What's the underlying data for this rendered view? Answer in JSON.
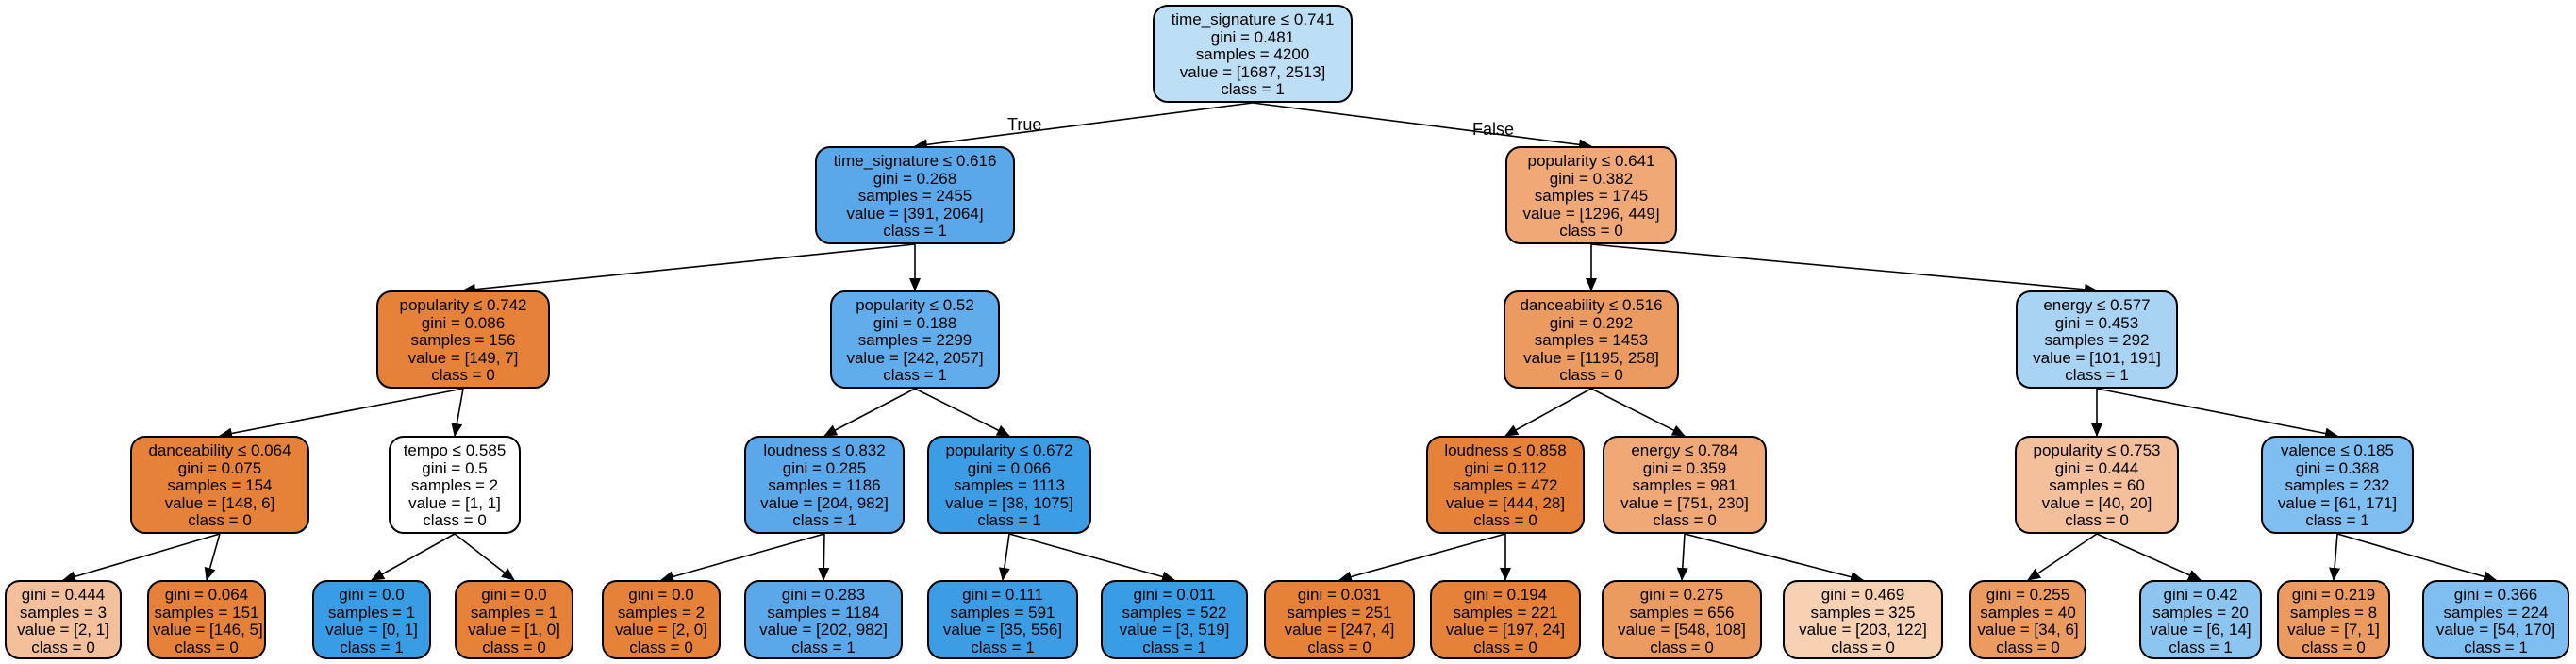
{
  "colors": {
    "dark_orange": "#e58139",
    "orange": "#eb9b60",
    "mid_orange": "#f0a877",
    "light_orange": "#f4c09b",
    "pale_orange": "#f8d0b2",
    "white": "#ffffff",
    "pale_blue": "#bddff6",
    "light_blue": "#a8d3f3",
    "mid_blue": "#8cc6f0",
    "blue": "#7ebef0",
    "mid_strong_blue": "#61acea",
    "strong_blue": "#5aa8e9",
    "dark_blue": "#3c9de5",
    "darkest_blue": "#399de5"
  },
  "edge_labels": [
    "True",
    "False"
  ],
  "nodes": [
    {
      "id": "n0",
      "lines": [
        "time_signature ≤ 0.741",
        "gini = 0.481",
        "samples = 4200",
        "value = [1687, 2513]",
        "class = 1"
      ],
      "fill": "pale_blue"
    },
    {
      "id": "n1",
      "lines": [
        "time_signature ≤ 0.616",
        "gini = 0.268",
        "samples = 2455",
        "value = [391, 2064]",
        "class = 1"
      ],
      "fill": "strong_blue"
    },
    {
      "id": "n2",
      "lines": [
        "popularity ≤ 0.641",
        "gini = 0.382",
        "samples = 1745",
        "value = [1296, 449]",
        "class = 0"
      ],
      "fill": "mid_orange"
    },
    {
      "id": "n3",
      "lines": [
        "popularity ≤ 0.742",
        "gini = 0.086",
        "samples = 156",
        "value = [149, 7]",
        "class = 0"
      ],
      "fill": "dark_orange"
    },
    {
      "id": "n4",
      "lines": [
        "popularity ≤ 0.52",
        "gini = 0.188",
        "samples = 2299",
        "value = [242, 2057]",
        "class = 1"
      ],
      "fill": "mid_strong_blue"
    },
    {
      "id": "n5",
      "lines": [
        "danceability ≤ 0.516",
        "gini = 0.292",
        "samples = 1453",
        "value = [1195, 258]",
        "class = 0"
      ],
      "fill": "orange"
    },
    {
      "id": "n6",
      "lines": [
        "energy ≤ 0.577",
        "gini = 0.453",
        "samples = 292",
        "value = [101, 191]",
        "class = 1"
      ],
      "fill": "light_blue"
    },
    {
      "id": "n7",
      "lines": [
        "danceability ≤ 0.064",
        "gini = 0.075",
        "samples = 154",
        "value = [148, 6]",
        "class = 0"
      ],
      "fill": "dark_orange"
    },
    {
      "id": "n8",
      "lines": [
        "tempo ≤ 0.585",
        "gini = 0.5",
        "samples = 2",
        "value = [1, 1]",
        "class = 0"
      ],
      "fill": "white"
    },
    {
      "id": "n9",
      "lines": [
        "loudness ≤ 0.832",
        "gini = 0.285",
        "samples = 1186",
        "value = [204, 982]",
        "class = 1"
      ],
      "fill": "strong_blue"
    },
    {
      "id": "n10",
      "lines": [
        "popularity ≤ 0.672",
        "gini = 0.066",
        "samples = 1113",
        "value = [38, 1075]",
        "class = 1"
      ],
      "fill": "dark_blue"
    },
    {
      "id": "n11",
      "lines": [
        "loudness ≤ 0.858",
        "gini = 0.112",
        "samples = 472",
        "value = [444, 28]",
        "class = 0"
      ],
      "fill": "dark_orange"
    },
    {
      "id": "n12",
      "lines": [
        "energy ≤ 0.784",
        "gini = 0.359",
        "samples = 981",
        "value = [751, 230]",
        "class = 0"
      ],
      "fill": "mid_orange"
    },
    {
      "id": "n13",
      "lines": [
        "popularity ≤ 0.753",
        "gini = 0.444",
        "samples = 60",
        "value = [40, 20]",
        "class = 0"
      ],
      "fill": "light_orange"
    },
    {
      "id": "n14",
      "lines": [
        "valence ≤ 0.185",
        "gini = 0.388",
        "samples = 232",
        "value = [61, 171]",
        "class = 1"
      ],
      "fill": "blue"
    },
    {
      "id": "n15",
      "lines": [
        "gini = 0.444",
        "samples = 3",
        "value = [2, 1]",
        "class = 0"
      ],
      "fill": "light_orange"
    },
    {
      "id": "n16",
      "lines": [
        "gini = 0.064",
        "samples = 151",
        "value = [146, 5]",
        "class = 0"
      ],
      "fill": "dark_orange"
    },
    {
      "id": "n17",
      "lines": [
        "gini = 0.0",
        "samples = 1",
        "value = [0, 1]",
        "class = 1"
      ],
      "fill": "darkest_blue"
    },
    {
      "id": "n18",
      "lines": [
        "gini = 0.0",
        "samples = 1",
        "value = [1, 0]",
        "class = 0"
      ],
      "fill": "dark_orange"
    },
    {
      "id": "n19",
      "lines": [
        "gini = 0.0",
        "samples = 2",
        "value = [2, 0]",
        "class = 0"
      ],
      "fill": "dark_orange"
    },
    {
      "id": "n20",
      "lines": [
        "gini = 0.283",
        "samples = 1184",
        "value = [202, 982]",
        "class = 1"
      ],
      "fill": "strong_blue"
    },
    {
      "id": "n21",
      "lines": [
        "gini = 0.111",
        "samples = 591",
        "value = [35, 556]",
        "class = 1"
      ],
      "fill": "dark_blue"
    },
    {
      "id": "n22",
      "lines": [
        "gini = 0.011",
        "samples = 522",
        "value = [3, 519]",
        "class = 1"
      ],
      "fill": "darkest_blue"
    },
    {
      "id": "n23",
      "lines": [
        "gini = 0.031",
        "samples = 251",
        "value = [247, 4]",
        "class = 0"
      ],
      "fill": "dark_orange"
    },
    {
      "id": "n24",
      "lines": [
        "gini = 0.194",
        "samples = 221",
        "value = [197, 24]",
        "class = 0"
      ],
      "fill": "dark_orange"
    },
    {
      "id": "n25",
      "lines": [
        "gini = 0.275",
        "samples = 656",
        "value = [548, 108]",
        "class = 0"
      ],
      "fill": "orange"
    },
    {
      "id": "n26",
      "lines": [
        "gini = 0.469",
        "samples = 325",
        "value = [203, 122]",
        "class = 0"
      ],
      "fill": "pale_orange"
    },
    {
      "id": "n27",
      "lines": [
        "gini = 0.255",
        "samples = 40",
        "value = [34, 6]",
        "class = 0"
      ],
      "fill": "orange"
    },
    {
      "id": "n28",
      "lines": [
        "gini = 0.42",
        "samples = 20",
        "value = [6, 14]",
        "class = 1"
      ],
      "fill": "mid_blue"
    },
    {
      "id": "n29",
      "lines": [
        "gini = 0.219",
        "samples = 8",
        "value = [7, 1]",
        "class = 0"
      ],
      "fill": "orange"
    },
    {
      "id": "n30",
      "lines": [
        "gini = 0.366",
        "samples = 224",
        "value = [54, 170]",
        "class = 1"
      ],
      "fill": "blue"
    }
  ],
  "edges": [
    [
      "n0",
      "n1"
    ],
    [
      "n0",
      "n2"
    ],
    [
      "n1",
      "n3"
    ],
    [
      "n1",
      "n4"
    ],
    [
      "n2",
      "n5"
    ],
    [
      "n2",
      "n6"
    ],
    [
      "n3",
      "n7"
    ],
    [
      "n3",
      "n8"
    ],
    [
      "n4",
      "n9"
    ],
    [
      "n4",
      "n10"
    ],
    [
      "n5",
      "n11"
    ],
    [
      "n5",
      "n12"
    ],
    [
      "n6",
      "n13"
    ],
    [
      "n6",
      "n14"
    ],
    [
      "n7",
      "n15"
    ],
    [
      "n7",
      "n16"
    ],
    [
      "n8",
      "n17"
    ],
    [
      "n8",
      "n18"
    ],
    [
      "n9",
      "n19"
    ],
    [
      "n9",
      "n20"
    ],
    [
      "n10",
      "n21"
    ],
    [
      "n10",
      "n22"
    ],
    [
      "n11",
      "n23"
    ],
    [
      "n11",
      "n24"
    ],
    [
      "n12",
      "n25"
    ],
    [
      "n12",
      "n26"
    ],
    [
      "n13",
      "n27"
    ],
    [
      "n13",
      "n28"
    ],
    [
      "n14",
      "n29"
    ],
    [
      "n14",
      "n30"
    ]
  ]
}
